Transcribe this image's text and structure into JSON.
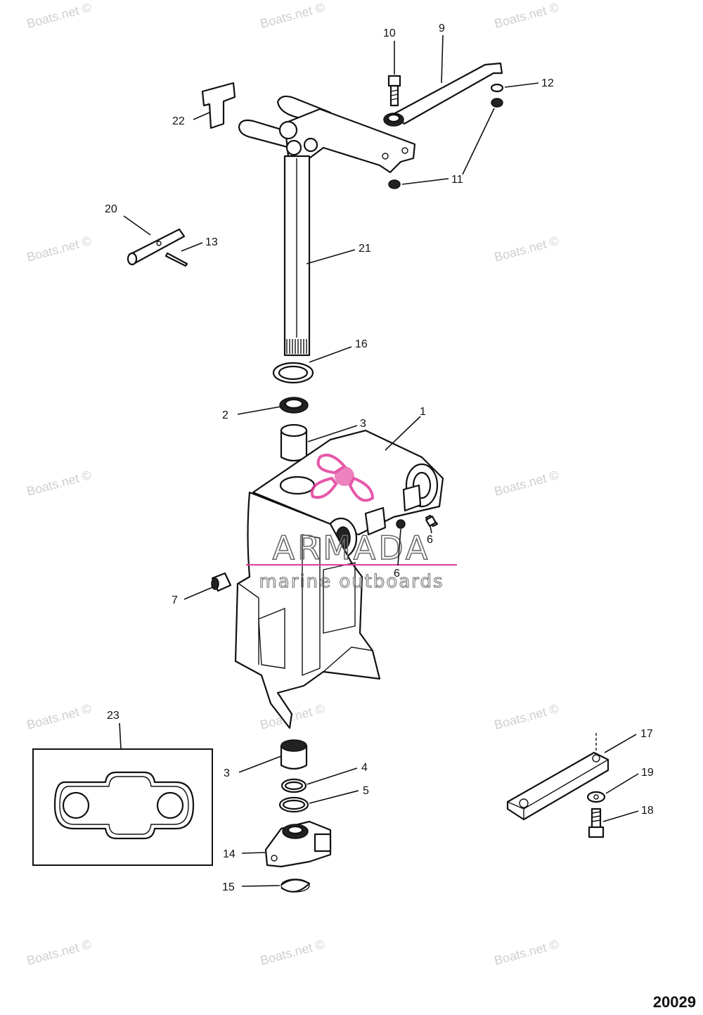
{
  "figure_number": "20029",
  "watermark_text": "Boats.net ©",
  "brand": {
    "name": "ARMADA",
    "tagline": "marine outboards",
    "accent_color": "#e23b9b"
  },
  "callouts": [
    {
      "id": "1",
      "label": "1"
    },
    {
      "id": "2",
      "label": "2"
    },
    {
      "id": "3a",
      "label": "3"
    },
    {
      "id": "3b",
      "label": "3"
    },
    {
      "id": "4",
      "label": "4"
    },
    {
      "id": "5",
      "label": "5"
    },
    {
      "id": "6a",
      "label": "6"
    },
    {
      "id": "6b",
      "label": "6"
    },
    {
      "id": "7",
      "label": "7"
    },
    {
      "id": "9",
      "label": "9"
    },
    {
      "id": "10",
      "label": "10"
    },
    {
      "id": "11",
      "label": "11"
    },
    {
      "id": "12",
      "label": "12"
    },
    {
      "id": "13",
      "label": "13"
    },
    {
      "id": "14",
      "label": "14"
    },
    {
      "id": "15",
      "label": "15"
    },
    {
      "id": "16",
      "label": "16"
    },
    {
      "id": "17",
      "label": "17"
    },
    {
      "id": "18",
      "label": "18"
    },
    {
      "id": "19",
      "label": "19"
    },
    {
      "id": "20",
      "label": "20"
    },
    {
      "id": "21",
      "label": "21"
    },
    {
      "id": "22",
      "label": "22"
    },
    {
      "id": "23",
      "label": "23"
    }
  ]
}
